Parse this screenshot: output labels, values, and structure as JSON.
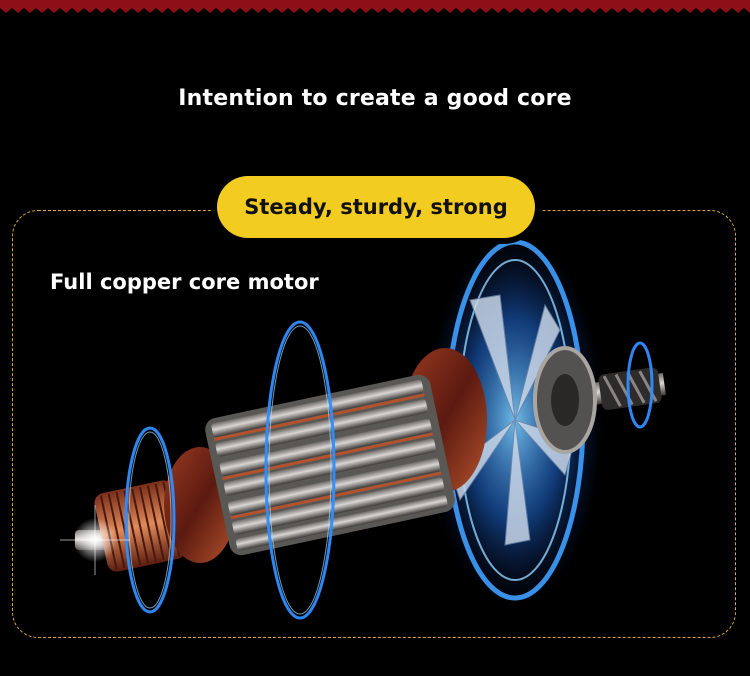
{
  "headline": "Intention to create a good core",
  "badge": "Steady, sturdy, strong",
  "subheading": "Full copper core motor",
  "colors": {
    "background": "#000000",
    "accent_yellow": "#f3cc22",
    "frame_border": "#d8a83a",
    "top_band": "#8f0f16",
    "glow_blue": "#2f8dff",
    "copper": "#c2643a"
  },
  "image": {
    "subject": "motor-armature-illustration"
  }
}
